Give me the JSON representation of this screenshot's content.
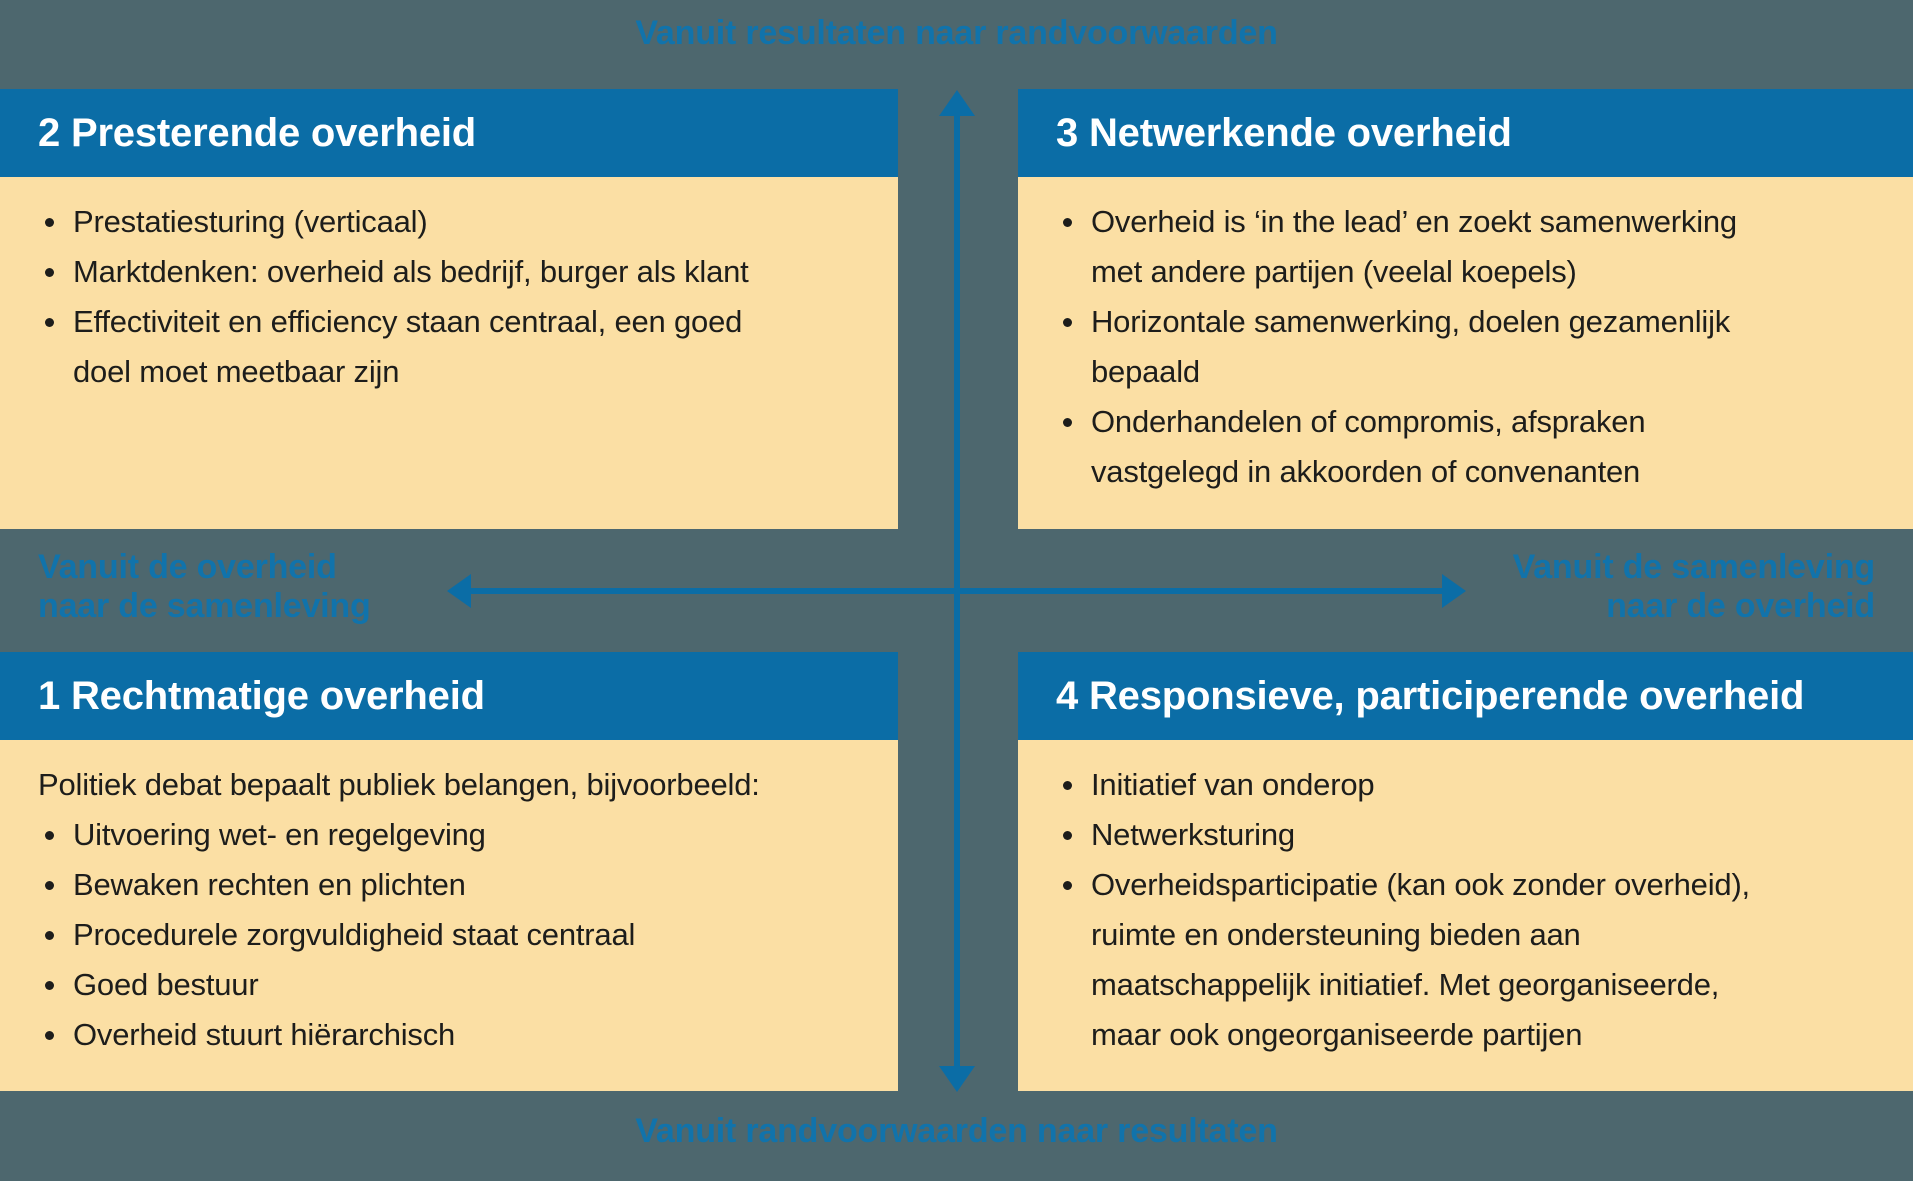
{
  "colors": {
    "background": "#4D676E",
    "primary_blue": "#0B6DA6",
    "label_blue": "#1173AB",
    "panel_cream": "#FBDFA4",
    "header_text": "#FFFFFF",
    "body_text": "#1D1D1B"
  },
  "axis": {
    "top": "Vanuit resultaten naar randvoorwaarden",
    "bottom": "Vanuit randvoorwaarden naar resultaten",
    "left": "Vanuit de overheid\nnaar de samenleving",
    "right": "Vanuit de samenleving\nnaar de overheid"
  },
  "quadrants": {
    "top_left": {
      "title": "2 Presterende overheid",
      "intro": "",
      "bullets": [
        "Prestatiesturing (verticaal)",
        "Marktdenken: overheid als bedrijf, burger als klant",
        "Effectiviteit en efficiency staan centraal, een goed\ndoel moet meetbaar zijn"
      ]
    },
    "top_right": {
      "title": "3 Netwerkende overheid",
      "intro": "",
      "bullets": [
        "Overheid is ‘in the lead’ en zoekt samenwerking\nmet andere partijen (veelal koepels)",
        "Horizontale samenwerking, doelen gezamenlijk\nbepaald",
        "Onderhandelen of compromis, afspraken\nvastgelegd in akkoorden of convenanten"
      ]
    },
    "bottom_left": {
      "title": "1 Rechtmatige overheid",
      "intro": "Politiek debat bepaalt publiek belangen, bijvoorbeeld:",
      "bullets": [
        "Uitvoering wet- en regelgeving",
        "Bewaken rechten en plichten",
        "Procedurele zorgvuldigheid staat centraal",
        "Goed bestuur",
        "Overheid stuurt hiërarchisch"
      ]
    },
    "bottom_right": {
      "title": "4 Responsieve, participerende overheid",
      "intro": "",
      "bullets": [
        "Initiatief van onderop",
        "Netwerksturing",
        "Overheidsparticipatie (kan ook zonder overheid),\nruimte en ondersteuning bieden aan\nmaatschappelijk initiatief. Met georganiseerde,\nmaar ook ongeorganiseerde partijen"
      ]
    }
  }
}
